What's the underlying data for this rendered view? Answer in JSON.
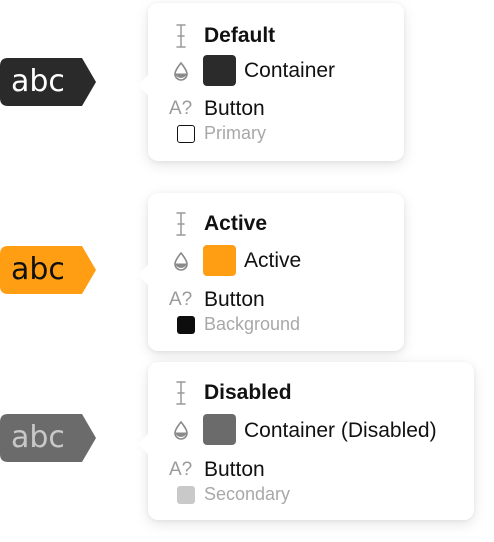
{
  "items": [
    {
      "tag": {
        "text": "abc",
        "bg": "#2a2a2a",
        "fg": "#ffffff"
      },
      "card": {
        "title": "Default",
        "fill_label": "Container",
        "fill_color": "#2b2b2b",
        "text_role": "Button",
        "text_style": "Primary",
        "text_swatch_color": "#ffffff",
        "text_swatch_outlined": true
      }
    },
    {
      "tag": {
        "text": "abc",
        "bg": "#ff9e13",
        "fg": "#111111"
      },
      "card": {
        "title": "Active",
        "fill_label": "Active",
        "fill_color": "#ff9e13",
        "text_role": "Button",
        "text_style": "Background",
        "text_swatch_color": "#0d0d0d",
        "text_swatch_outlined": false
      }
    },
    {
      "tag": {
        "text": "abc",
        "bg": "#6b6b6b",
        "fg": "#c8c8c8"
      },
      "card": {
        "title": "Disabled",
        "fill_label": "Container (Disabled)",
        "fill_color": "#6b6b6b",
        "text_role": "Button",
        "text_style": "Secondary",
        "text_swatch_color": "#c9c9c9",
        "text_swatch_outlined": false
      }
    }
  ],
  "icons": {
    "state": "text-cursor-icon",
    "fill": "fill-drop-icon",
    "text": "text-style-icon",
    "text_glyph": "A?"
  }
}
